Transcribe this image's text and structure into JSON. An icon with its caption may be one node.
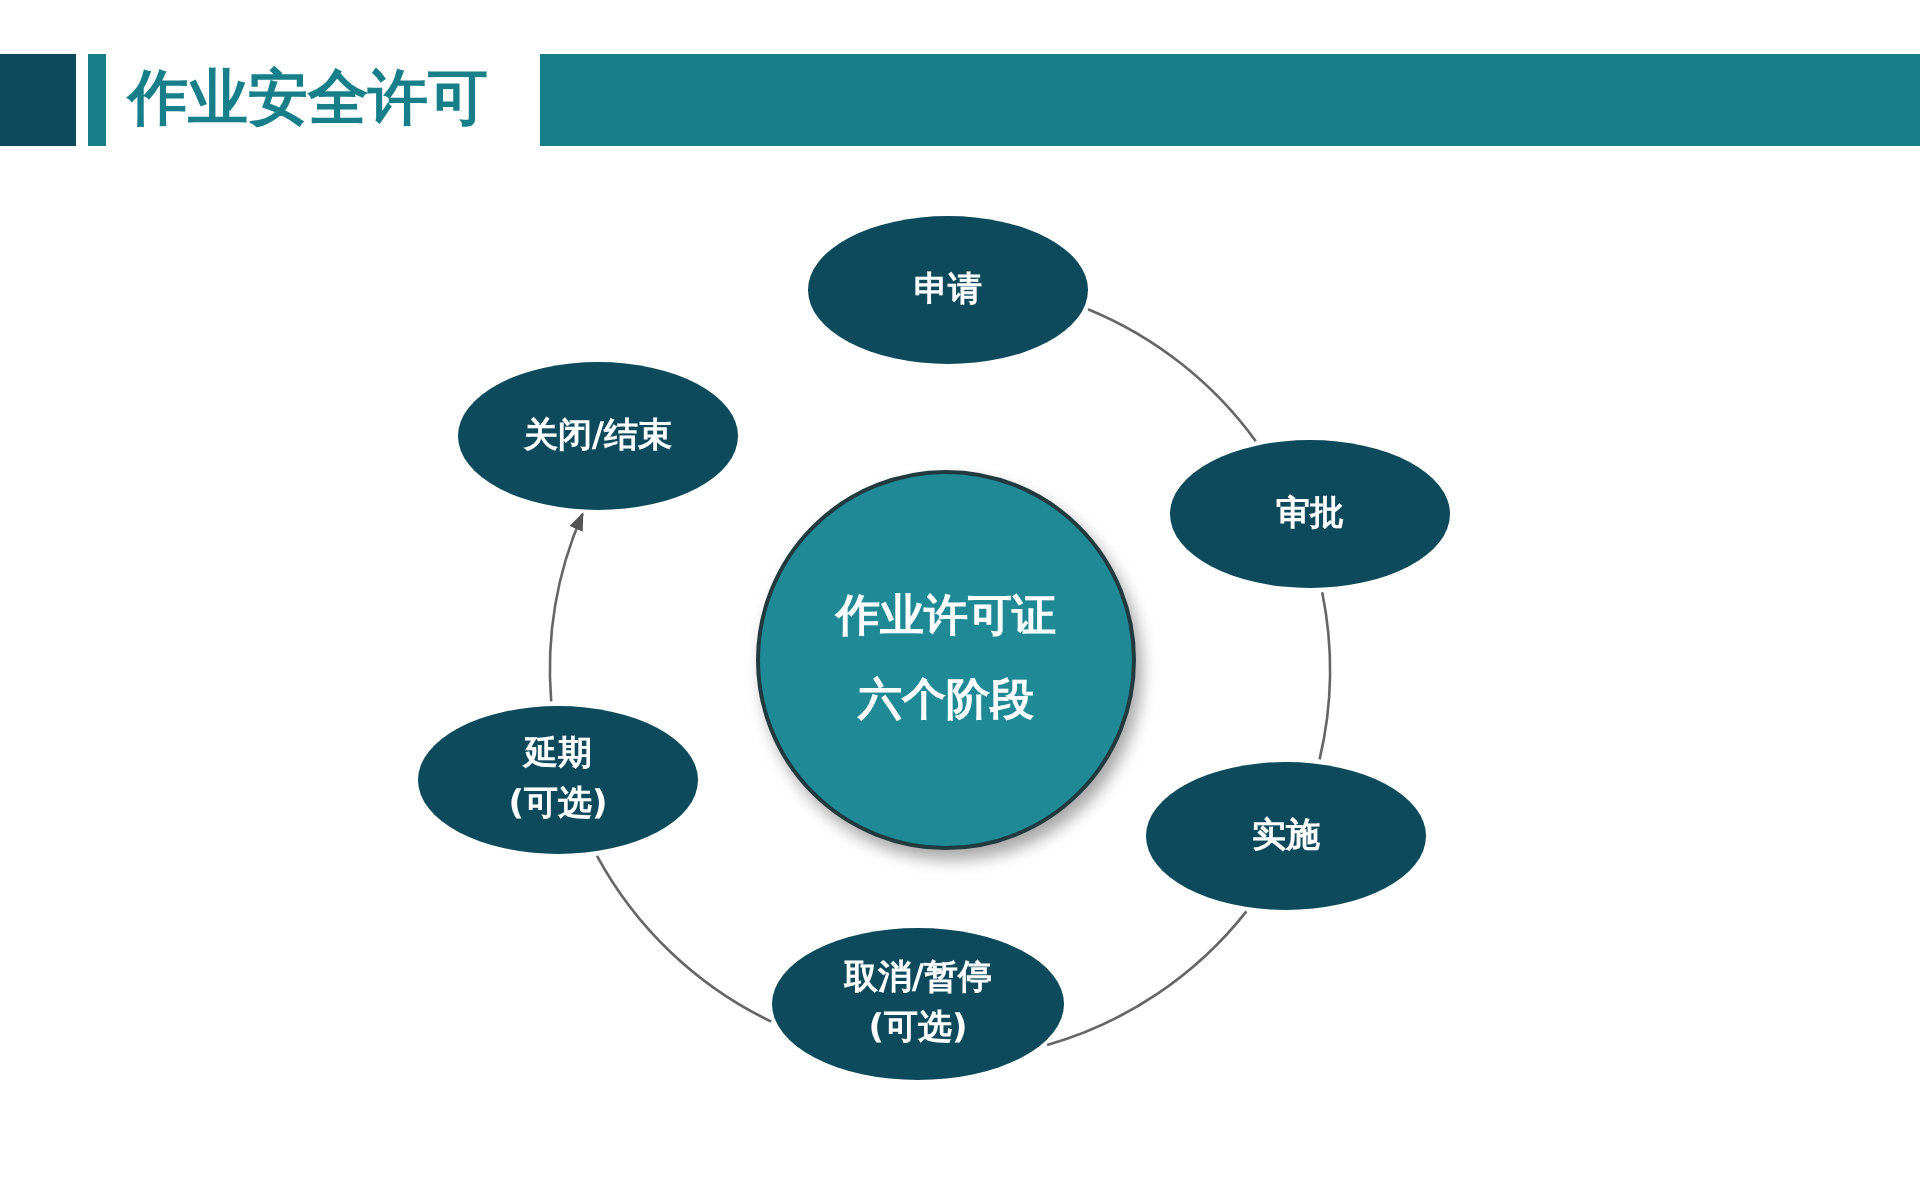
{
  "diagram": {
    "title": "作业安全许可",
    "nodes": [
      {
        "text": [
          "申请"
        ]
      },
      {
        "text": [
          "审批"
        ]
      },
      {
        "text": [
          "实施"
        ]
      },
      {
        "text": [
          "取消/暂停(可选)"
        ]
      },
      {
        "text": [
          "延期(可选)"
        ]
      },
      {
        "text": [
          "关闭/结束"
        ]
      },
      {
        "text": [
          "作业许可证六个阶段"
        ]
      }
    ],
    "edges": [
      {
        "from": 0,
        "to": 1,
        "arrow": "none"
      },
      {
        "from": 1,
        "to": 2,
        "arrow": "none"
      },
      {
        "from": 2,
        "to": 3,
        "arrow": "none"
      },
      {
        "from": 3,
        "to": 4,
        "arrow": "none"
      },
      {
        "from": 4,
        "to": 5,
        "arrow": "to"
      }
    ]
  }
}
